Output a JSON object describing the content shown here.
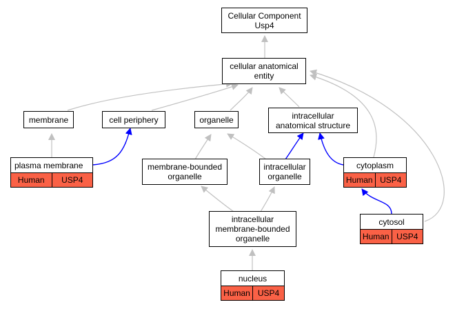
{
  "colors": {
    "is_a_edge": "#c0c0c0",
    "part_of_edge": "#0000ff",
    "annotation_fill": "#fa6146",
    "node_border": "#000000"
  },
  "nodes": {
    "root": [
      "Cellular Component",
      "Usp4"
    ],
    "cellular_anatomical_entity": [
      "cellular anatomical",
      "entity"
    ],
    "membrane": [
      "membrane"
    ],
    "cell_periphery": [
      "cell periphery"
    ],
    "organelle": [
      "organelle"
    ],
    "intracellular_anatomical_structure": [
      "intracellular",
      "anatomical structure"
    ],
    "plasma_membrane": {
      "label": "plasma membrane",
      "organism": "Human",
      "gene": "USP4"
    },
    "membrane_bounded_organelle": [
      "membrane-bounded",
      "organelle"
    ],
    "intracellular_organelle": [
      "intracellular",
      "organelle"
    ],
    "cytoplasm": {
      "label": "cytoplasm",
      "organism": "Human",
      "gene": "USP4"
    },
    "intracellular_membrane_bounded_organelle": [
      "intracellular",
      "membrane-bounded",
      "organelle"
    ],
    "cytosol": {
      "label": "cytosol",
      "organism": "Human",
      "gene": "USP4"
    },
    "nucleus": {
      "label": "nucleus",
      "organism": "Human",
      "gene": "USP4"
    }
  },
  "edges": [
    {
      "from": "cellular_anatomical_entity",
      "to": "root",
      "type": "is_a"
    },
    {
      "from": "membrane",
      "to": "cellular_anatomical_entity",
      "type": "is_a"
    },
    {
      "from": "cell_periphery",
      "to": "cellular_anatomical_entity",
      "type": "is_a"
    },
    {
      "from": "organelle",
      "to": "cellular_anatomical_entity",
      "type": "is_a"
    },
    {
      "from": "intracellular_anatomical_structure",
      "to": "cellular_anatomical_entity",
      "type": "is_a"
    },
    {
      "from": "cytoplasm",
      "to": "cellular_anatomical_entity",
      "type": "is_a"
    },
    {
      "from": "cytosol",
      "to": "cellular_anatomical_entity",
      "type": "is_a"
    },
    {
      "from": "plasma_membrane",
      "to": "membrane",
      "type": "is_a"
    },
    {
      "from": "plasma_membrane",
      "to": "cell_periphery",
      "type": "part_of"
    },
    {
      "from": "membrane_bounded_organelle",
      "to": "organelle",
      "type": "is_a"
    },
    {
      "from": "intracellular_organelle",
      "to": "organelle",
      "type": "is_a"
    },
    {
      "from": "intracellular_organelle",
      "to": "intracellular_anatomical_structure",
      "type": "part_of"
    },
    {
      "from": "cytoplasm",
      "to": "intracellular_anatomical_structure",
      "type": "part_of"
    },
    {
      "from": "intracellular_membrane_bounded_organelle",
      "to": "membrane_bounded_organelle",
      "type": "is_a"
    },
    {
      "from": "intracellular_membrane_bounded_organelle",
      "to": "intracellular_organelle",
      "type": "is_a"
    },
    {
      "from": "cytosol",
      "to": "cytoplasm",
      "type": "part_of"
    },
    {
      "from": "nucleus",
      "to": "intracellular_membrane_bounded_organelle",
      "type": "is_a"
    }
  ]
}
